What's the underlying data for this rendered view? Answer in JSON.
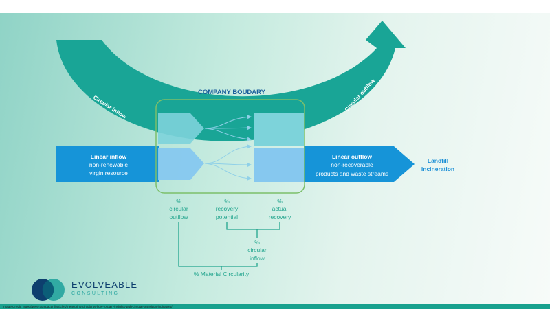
{
  "diagram": {
    "boundary_title": "COMPANY BOUDARY",
    "arc_left_label": "Circular inflow",
    "arc_right_label": "Circular outflow",
    "linear_inflow": {
      "title": "Linear inflow",
      "line1": "non-renewable",
      "line2": "virgin resource"
    },
    "linear_outflow": {
      "title": "Linear outflow",
      "line1": "non-recoverable",
      "line2": "products and waste streams"
    },
    "landfill": {
      "line1": "Landfill",
      "line2": "incineration"
    },
    "indicators": {
      "circular_outflow": [
        "%",
        "circular",
        "outflow"
      ],
      "recovery_potential": [
        "%",
        "recovery",
        "potential"
      ],
      "actual_recovery": [
        "%",
        "actual",
        "recovery"
      ],
      "circular_inflow": [
        "%",
        "circular",
        "inflow"
      ],
      "material_circularity": "% Material Circularity"
    }
  },
  "brand": {
    "name": "EVOLVEABLE",
    "sub": "CONSULTING"
  },
  "credit": "Image Credit: https://www.compact.nl/articles/measuring-circularity-how-to-gain-insights-with-circular-transition-indicators/",
  "colors": {
    "arc_teal": "#19a596",
    "linear_blue": "#1694d8",
    "boundary_green": "#7cbf6a",
    "indicator_teal": "#22a58e"
  }
}
